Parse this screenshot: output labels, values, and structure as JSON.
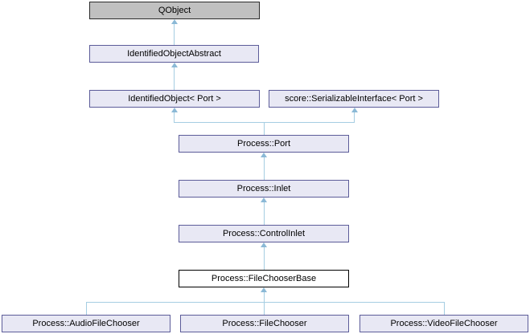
{
  "diagram": {
    "type": "class-inheritance-graph",
    "nodes": [
      {
        "id": "qobject",
        "label": "QObject",
        "style": "external"
      },
      {
        "id": "identified-object-abstract",
        "label": "IdentifiedObjectAbstract",
        "style": "linked"
      },
      {
        "id": "identified-object-port",
        "label": "IdentifiedObject< Port >",
        "style": "linked"
      },
      {
        "id": "score-serializable-interface-port",
        "label": "score::SerializableInterface< Port >",
        "style": "linked"
      },
      {
        "id": "process-port",
        "label": "Process::Port",
        "style": "linked"
      },
      {
        "id": "process-inlet",
        "label": "Process::Inlet",
        "style": "linked"
      },
      {
        "id": "process-control-inlet",
        "label": "Process::ControlInlet",
        "style": "linked"
      },
      {
        "id": "process-file-chooser-base",
        "label": "Process::FileChooserBase",
        "style": "current"
      },
      {
        "id": "process-audio-file-chooser",
        "label": "Process::AudioFileChooser",
        "style": "linked"
      },
      {
        "id": "process-file-chooser",
        "label": "Process::FileChooser",
        "style": "linked"
      },
      {
        "id": "process-video-file-chooser",
        "label": "Process::VideoFileChooser",
        "style": "linked"
      }
    ],
    "edges": [
      {
        "child": "IdentifiedObjectAbstract",
        "parent": "QObject"
      },
      {
        "child": "IdentifiedObject< Port >",
        "parent": "IdentifiedObjectAbstract"
      },
      {
        "child": "Process::Port",
        "parent": "IdentifiedObject< Port >"
      },
      {
        "child": "Process::Port",
        "parent": "score::SerializableInterface< Port >"
      },
      {
        "child": "Process::Inlet",
        "parent": "Process::Port"
      },
      {
        "child": "Process::ControlInlet",
        "parent": "Process::Inlet"
      },
      {
        "child": "Process::FileChooserBase",
        "parent": "Process::ControlInlet"
      },
      {
        "child": "Process::AudioFileChooser",
        "parent": "Process::FileChooserBase"
      },
      {
        "child": "Process::FileChooser",
        "parent": "Process::FileChooserBase"
      },
      {
        "child": "Process::VideoFileChooser",
        "parent": "Process::FileChooserBase"
      }
    ],
    "colors": {
      "background": "#ffffff",
      "node_fill": "#e8e8f4",
      "node_border": "#5c5c99",
      "external_fill": "#c0c0c0",
      "external_border": "#2a2a2a",
      "current_fill": "#ffffff",
      "current_border": "#000000",
      "edge_line": "#a5cde2",
      "edge_arrow": "#8bb9d6",
      "text": "#000000"
    }
  }
}
